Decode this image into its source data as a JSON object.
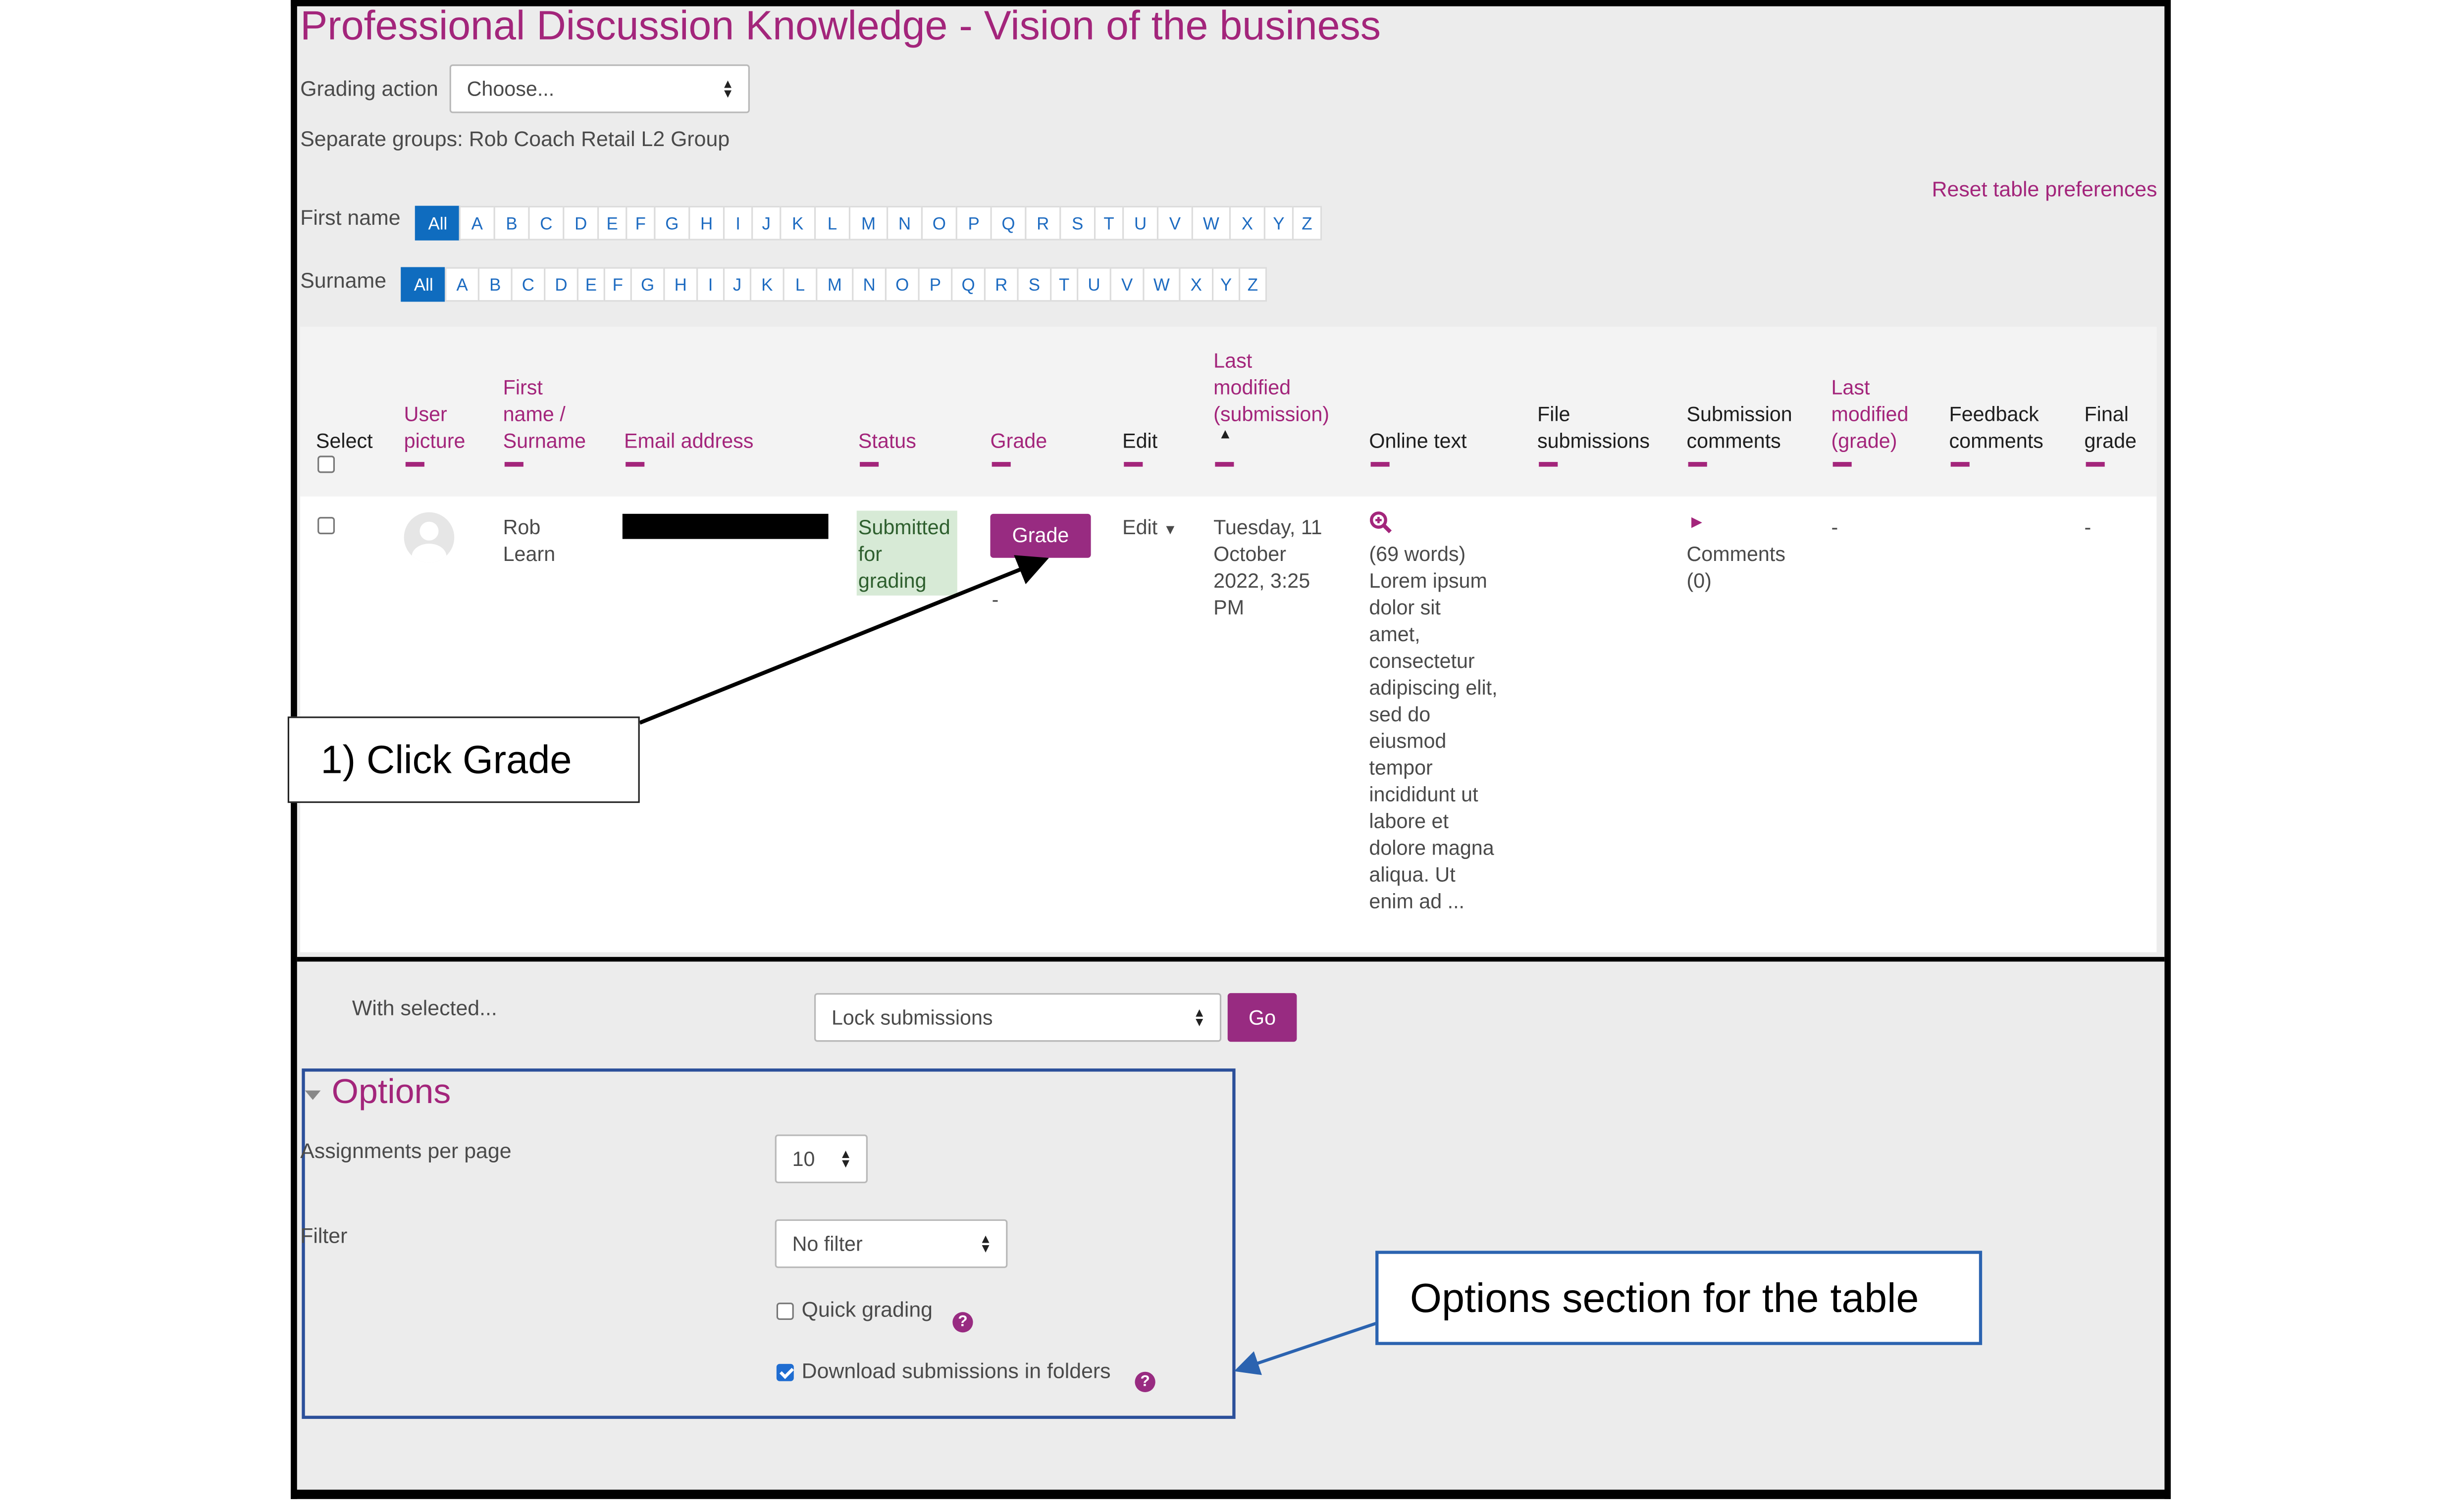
{
  "page_title": "Professional Discussion Knowledge - Vision of the business",
  "grading_action": {
    "label": "Grading action",
    "value": "Choose..."
  },
  "groups_text": "Separate groups: Rob Coach Retail L2 Group",
  "reset_link": "Reset table preferences",
  "initials_filter": {
    "first_name_label": "First name",
    "surname_label": "Surname",
    "all_label": "All",
    "letters": [
      "A",
      "B",
      "C",
      "D",
      "E",
      "F",
      "G",
      "H",
      "I",
      "J",
      "K",
      "L",
      "M",
      "N",
      "O",
      "P",
      "Q",
      "R",
      "S",
      "T",
      "U",
      "V",
      "W",
      "X",
      "Y",
      "Z"
    ]
  },
  "table": {
    "headers": {
      "select": "Select",
      "user_picture": "User\npicture",
      "name": "First\nname /\nSurname",
      "email": "Email address",
      "status": "Status",
      "grade": "Grade",
      "edit": "Edit",
      "last_modified_submission": "Last\nmodified\n(submission)",
      "online_text": "Online text",
      "file_submissions": "File\nsubmissions",
      "submission_comments": "Submission\ncomments",
      "last_modified_grade": "Last\nmodified\n(grade)",
      "feedback_comments": "Feedback\ncomments",
      "final_grade": "Final\ngrade"
    },
    "row": {
      "name": "Rob\nLearn",
      "status": "Submitted\nfor\ngrading",
      "grade_button": "Grade",
      "grade_value": "-",
      "edit": "Edit",
      "last_modified": "Tuesday, 11\nOctober\n2022, 3:25\nPM",
      "online_text": "(69 words)\nLorem ipsum\ndolor sit\namet,\nconsectetur\nadipiscing elit,\nsed do\neiusmod\ntempor\nincididunt ut\nlabore et\ndolore magna\naliqua. Ut\nenim ad ...",
      "comments": "Comments\n(0)",
      "last_modified_grade": "-",
      "final_grade": "-"
    }
  },
  "bulk": {
    "label": "With selected...",
    "value": "Lock submissions",
    "go": "Go"
  },
  "options": {
    "title": "Options",
    "per_page_label": "Assignments per page",
    "per_page_value": "10",
    "filter_label": "Filter",
    "filter_value": "No filter",
    "quick_grading": "Quick grading",
    "quick_grading_checked": false,
    "download_folders": "Download submissions in folders",
    "download_folders_checked": true
  },
  "annotations": {
    "callout_grade": "1) Click Grade",
    "callout_options": "Options section for the table"
  },
  "colors": {
    "accent": "#a3257b",
    "button": "#982b81",
    "link_blue": "#0f6cbf",
    "callout_border": "#2b63b0"
  }
}
